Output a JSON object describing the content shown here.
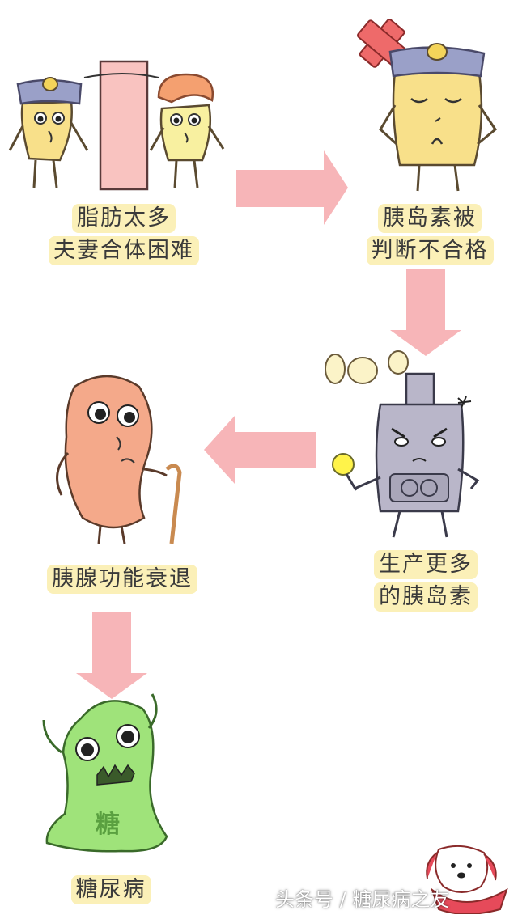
{
  "steps": {
    "fat": {
      "line1": "脂肪太多",
      "line2": "夫妻合体困难"
    },
    "judged": {
      "line1": "胰岛素被",
      "line2": "判断不合格"
    },
    "produce": {
      "line1": "生产更多",
      "line2": "的胰岛素"
    },
    "decline": {
      "line1": "胰腺功能衰退"
    },
    "diabetes": {
      "line1": "糖尿病",
      "blob_text": "糖"
    }
  },
  "watermark": "头条号 / 糖尿病之友",
  "colors": {
    "arrow": "#f7b5b8",
    "label_bg": "#fbf0b8",
    "insulin": "#f8e08a",
    "pancreas": "#f4a98a",
    "machine": "#b9b6c9",
    "blob": "#9fe37a"
  }
}
